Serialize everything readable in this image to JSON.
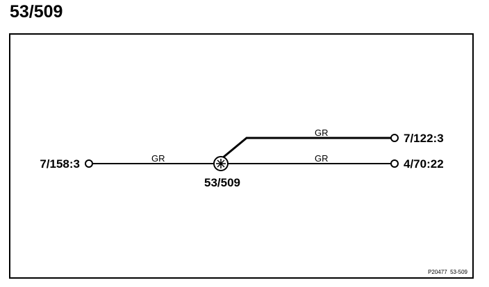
{
  "title": "53/509",
  "diagram": {
    "splice": {
      "label": "53/509",
      "icon": "splice-junction-icon"
    },
    "connectors": {
      "left": "7/158:3",
      "right_top": "7/122:3",
      "right_bottom": "4/70:22"
    },
    "wires": {
      "left_color": "GR",
      "top_color": "GR",
      "bottom_color": "GR"
    },
    "reference": "P20477  53-509"
  },
  "colors": {
    "line": "#000000",
    "background": "#ffffff"
  }
}
